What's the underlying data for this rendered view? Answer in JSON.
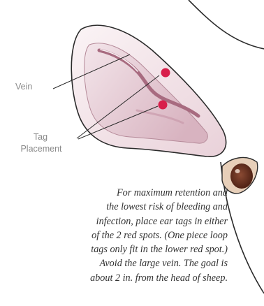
{
  "labels": {
    "vein": "Vein",
    "tag_placement_line1": "Tag",
    "tag_placement_line2": "Placement"
  },
  "caption_lines": [
    "For maximum retention and",
    "the lowest risk of bleeding and",
    "infection, place ear tags in either",
    "of the 2 red spots. (One piece loop",
    "tags only fit in the lower red spot.)",
    "Avoid the large vein. The goal is",
    "about 2 in. from the head of sheep."
  ],
  "colors": {
    "ear_fill": "#f4e8ec",
    "ear_inner": "#ead3da",
    "vein": "#a86b80",
    "tag_spot": "#d81e4a",
    "eye": "#6b2e1e",
    "outline": "#2b2b2b"
  }
}
